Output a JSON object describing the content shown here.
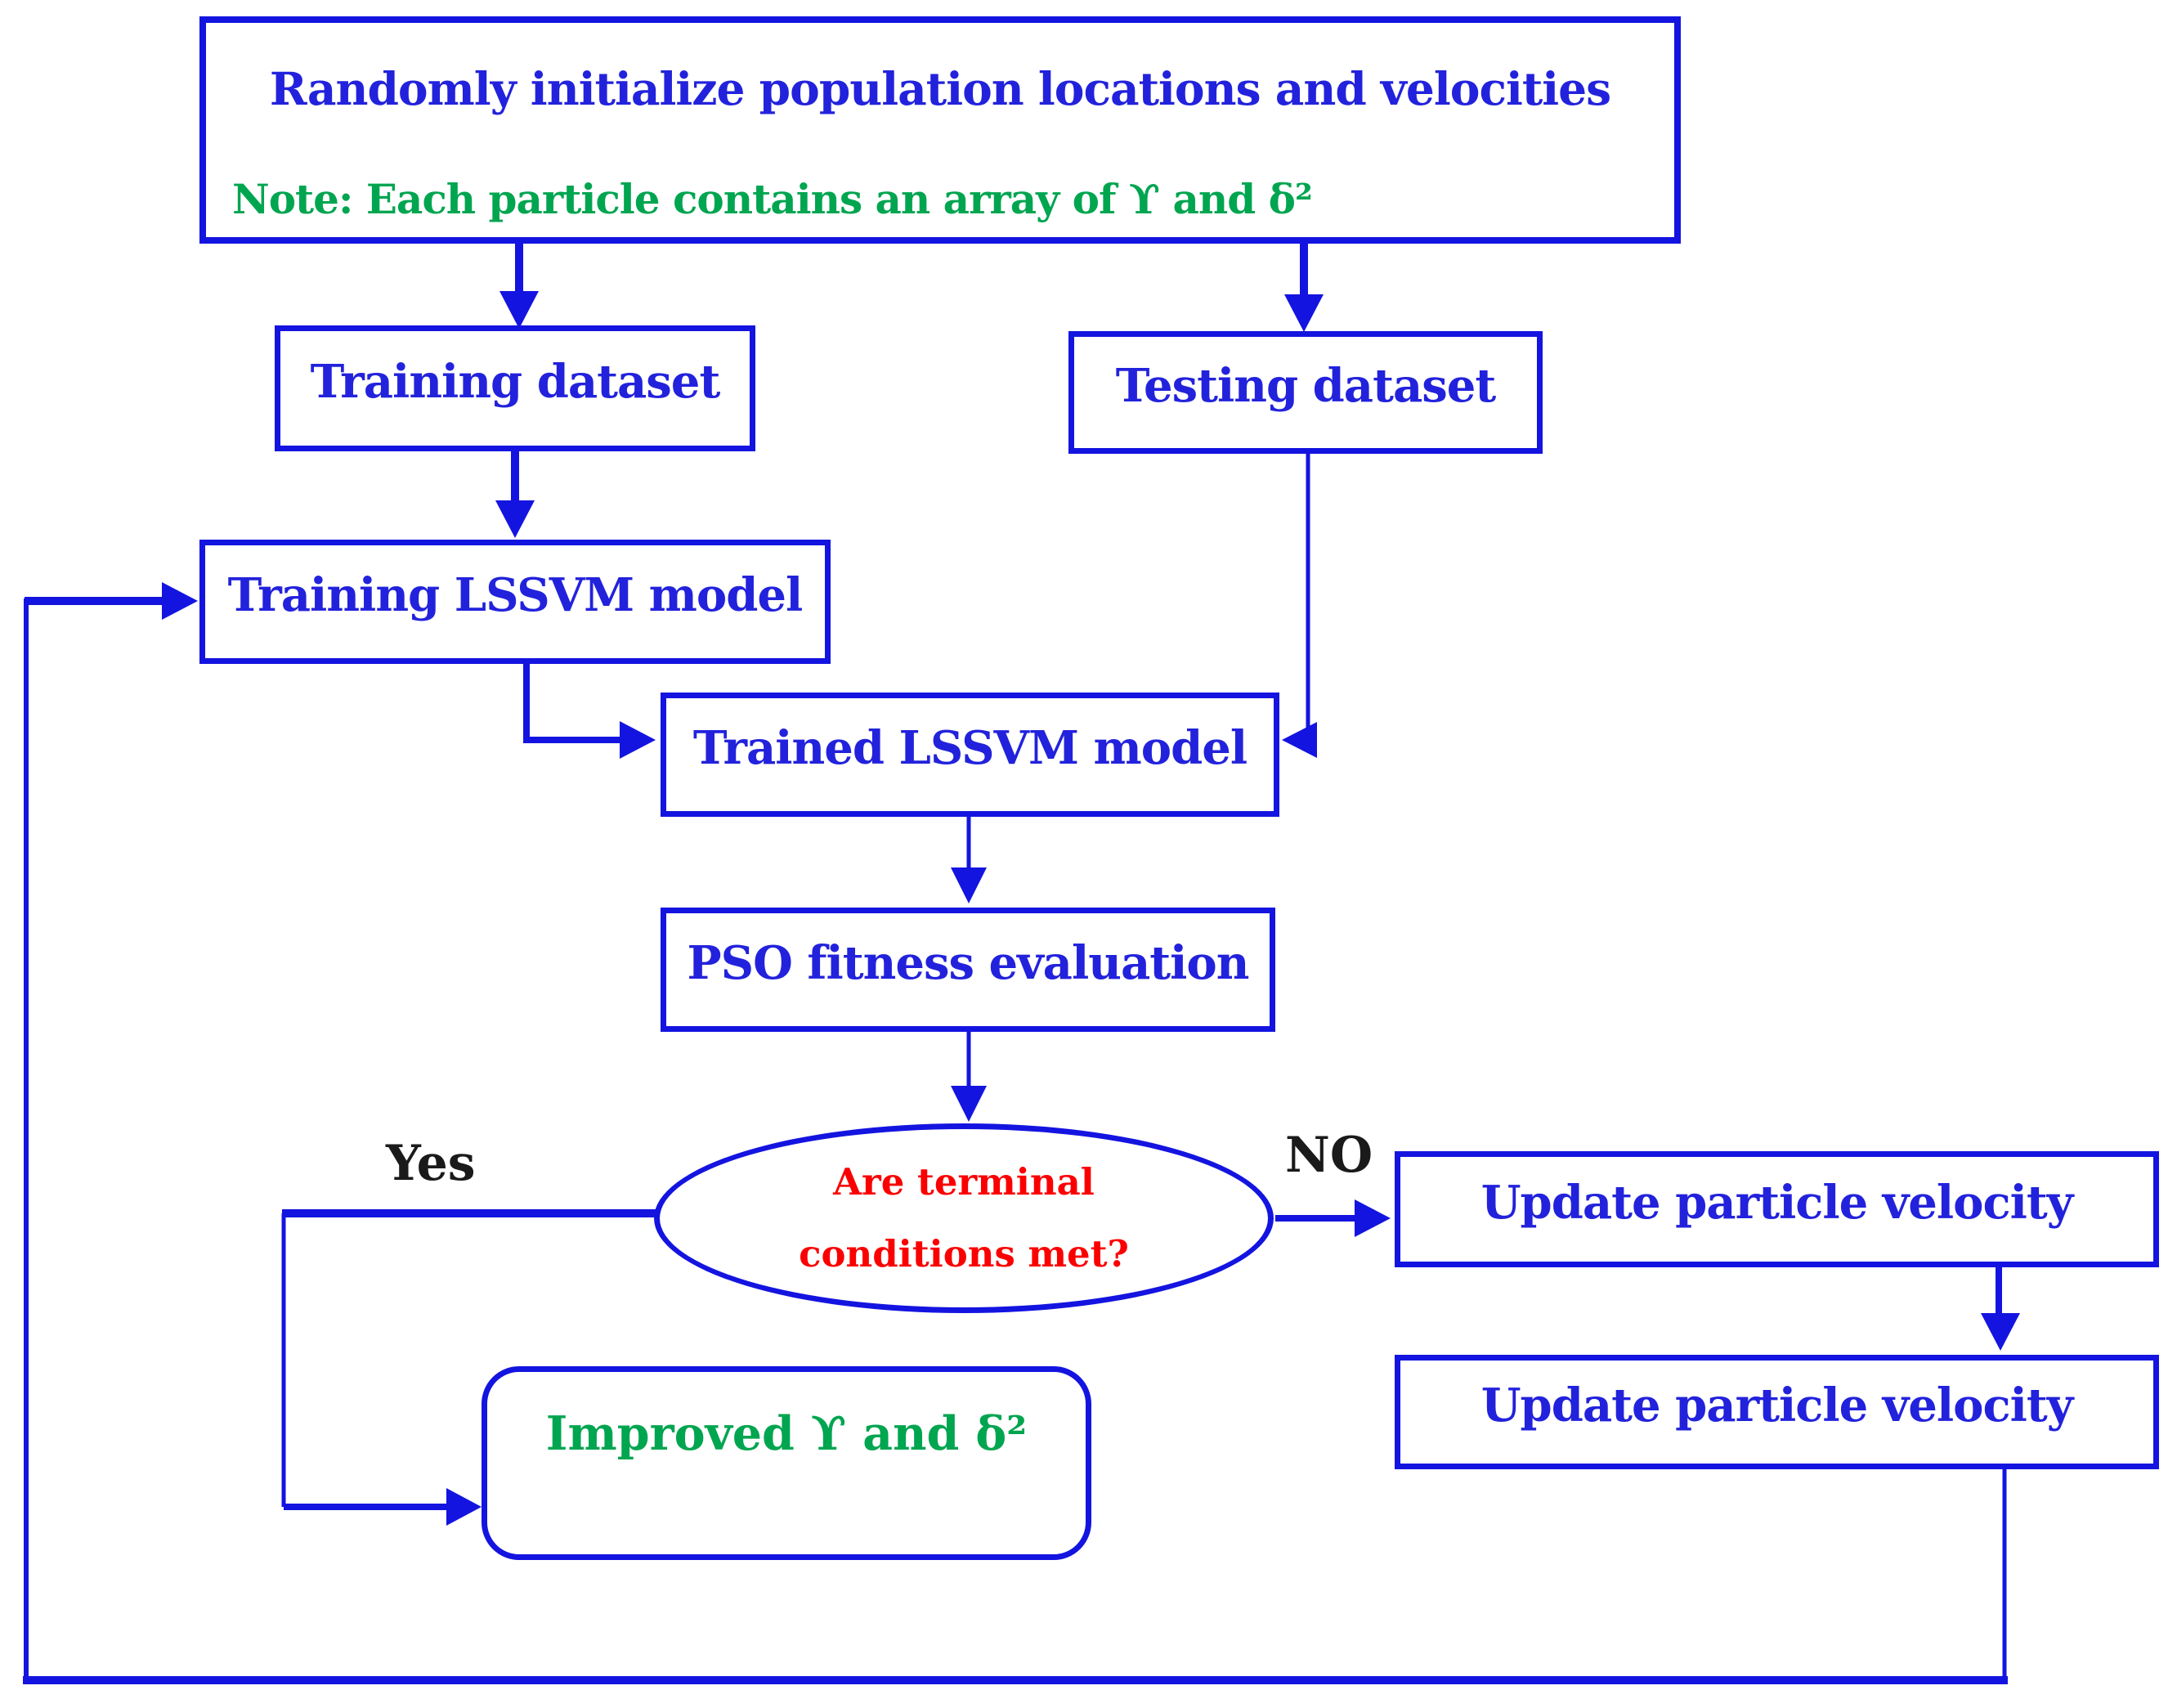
{
  "flowchart": {
    "init_box": {
      "title": "Randomly initialize population locations and velocities",
      "note": "Note: Each particle contains an array of ϒ and δ²"
    },
    "nodes": {
      "training_dataset": {
        "label": "Training dataset"
      },
      "testing_dataset": {
        "label": "Testing dataset"
      },
      "training_lssvm": {
        "label": "Training LSSVM model"
      },
      "trained_lssvm": {
        "label": "Trained LSSVM model"
      },
      "pso_fitness": {
        "label": "PSO fitness evaluation"
      },
      "decision": {
        "line1": "Are terminal",
        "line2": "conditions met?"
      },
      "improved_result": {
        "label": "Improved ϒ and δ²"
      },
      "update_velocity_top": {
        "label": "Update particle velocity"
      },
      "update_velocity_bottom": {
        "label": "Update particle velocity"
      }
    },
    "branch_labels": {
      "yes": "Yes",
      "no": "NO"
    },
    "colors": {
      "line_blue": "#1414E0",
      "text_blue": "#2222DC",
      "note_green": "#00A550",
      "decision_red": "#FB0000",
      "label_black": "#1A1A1A",
      "background": "#FFFFFF"
    }
  }
}
